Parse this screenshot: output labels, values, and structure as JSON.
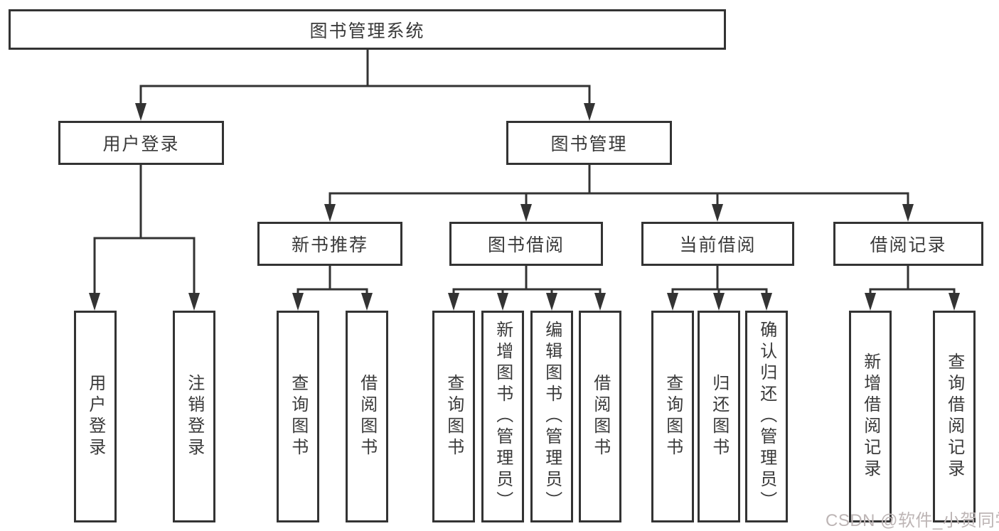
{
  "page": {
    "background": "#ffffff"
  },
  "diagram": {
    "title": "图书管理系统",
    "level2": {
      "user_login": "用户登录",
      "book_mgmt": "图书管理"
    },
    "level3": {
      "new_books": "新书推荐",
      "book_borrow": "图书借阅",
      "current_borrow": "当前借阅",
      "borrow_records": "借阅记录"
    },
    "leaves": [
      "用户登录",
      "注销登录",
      "查询图书",
      "借阅图书",
      "查询图书",
      "新增图书（管理员）",
      "编辑图书（管理员）",
      "借阅图书",
      "查询图书",
      "归还图书",
      "确认归还（管理员）",
      "新增借阅记录",
      "查询借阅记录"
    ],
    "edges": [
      [
        "图书管理系统",
        "用户登录"
      ],
      [
        "图书管理系统",
        "图书管理"
      ],
      [
        "用户登录",
        "用户登录"
      ],
      [
        "用户登录",
        "注销登录"
      ],
      [
        "图书管理",
        "新书推荐"
      ],
      [
        "图书管理",
        "图书借阅"
      ],
      [
        "图书管理",
        "当前借阅"
      ],
      [
        "图书管理",
        "借阅记录"
      ],
      [
        "新书推荐",
        "查询图书"
      ],
      [
        "新书推荐",
        "借阅图书"
      ],
      [
        "图书借阅",
        "查询图书"
      ],
      [
        "图书借阅",
        "新增图书（管理员）"
      ],
      [
        "图书借阅",
        "编辑图书（管理员）"
      ],
      [
        "图书借阅",
        "借阅图书"
      ],
      [
        "当前借阅",
        "查询图书"
      ],
      [
        "当前借阅",
        "归还图书"
      ],
      [
        "当前借阅",
        "确认归还（管理员）"
      ],
      [
        "借阅记录",
        "新增借阅记录"
      ],
      [
        "借阅记录",
        "查询借阅记录"
      ]
    ],
    "colors": {
      "line": "#333333",
      "text": "#3a3a3a",
      "box_background": "#ffffff"
    }
  },
  "watermark": {
    "text": "CSDN @软件_小贺同学",
    "color": "#bdb5b5"
  }
}
